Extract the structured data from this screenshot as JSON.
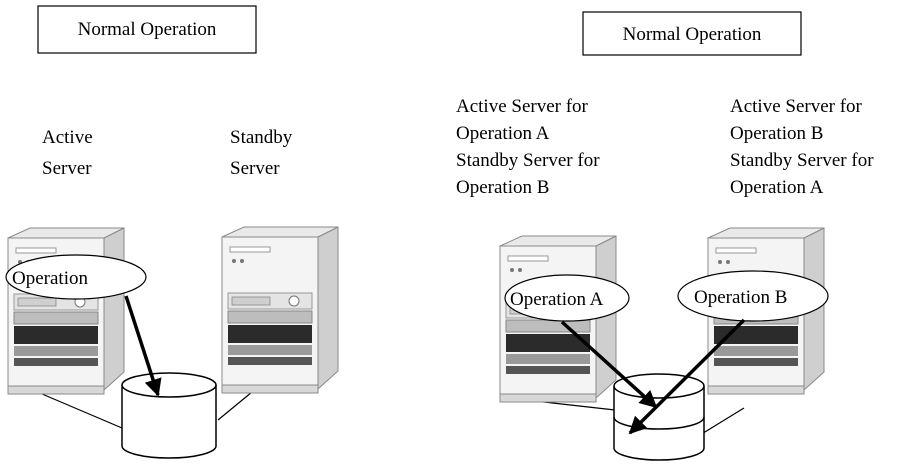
{
  "left_diagram": {
    "title": "Normal Operation",
    "active_label": [
      "Active",
      "Server"
    ],
    "standby_label": [
      "Standby",
      "Server"
    ],
    "operation_label": "Operation"
  },
  "right_diagram": {
    "title": "Normal Operation",
    "server_a_label": [
      "Active Server for",
      "Operation A",
      "Standby Server for",
      "Operation B"
    ],
    "server_b_label": [
      "Active Server for",
      "Operation B",
      "Standby Server for",
      "Operation A"
    ],
    "operation_a_label": "Operation A",
    "operation_b_label": "Operation B"
  },
  "colors": {
    "server_light": "#f4f4f4",
    "server_mid": "#dedede",
    "server_dark": "#2b2b2b",
    "line": "#000000"
  },
  "icons": [
    "server-icon",
    "disk-icon"
  ]
}
